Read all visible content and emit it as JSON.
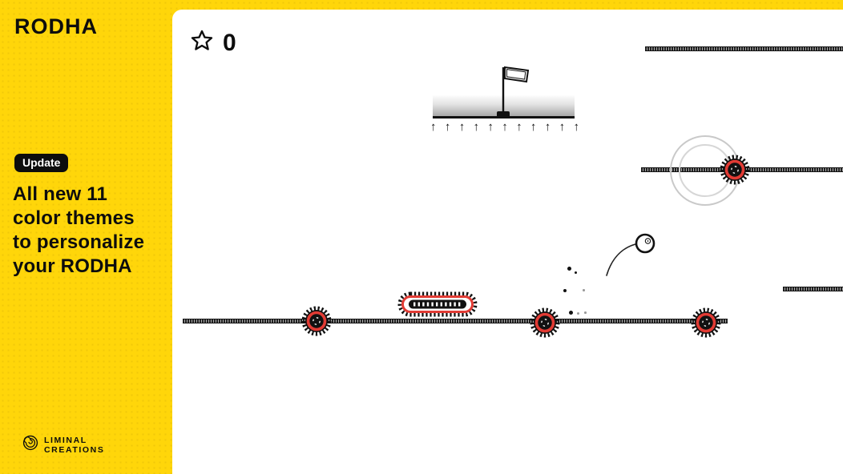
{
  "theme": {
    "yellow": "#FFD60A",
    "ink": "#111111",
    "red": "#E23B34",
    "paper": "#FFFFFF",
    "guide_gray": "#C9C9C9"
  },
  "sidebar": {
    "logo": "RODHA",
    "badge_label": "Update",
    "headline_lines": [
      "All new 11",
      "color themes",
      "to personalize",
      "your RODHA"
    ],
    "footer": {
      "line1": "LIMINAL",
      "line2": "CREATIONS"
    }
  },
  "game": {
    "score": "0",
    "boost_arrow_count": 11,
    "boost_arrow_glyph": "↑"
  }
}
